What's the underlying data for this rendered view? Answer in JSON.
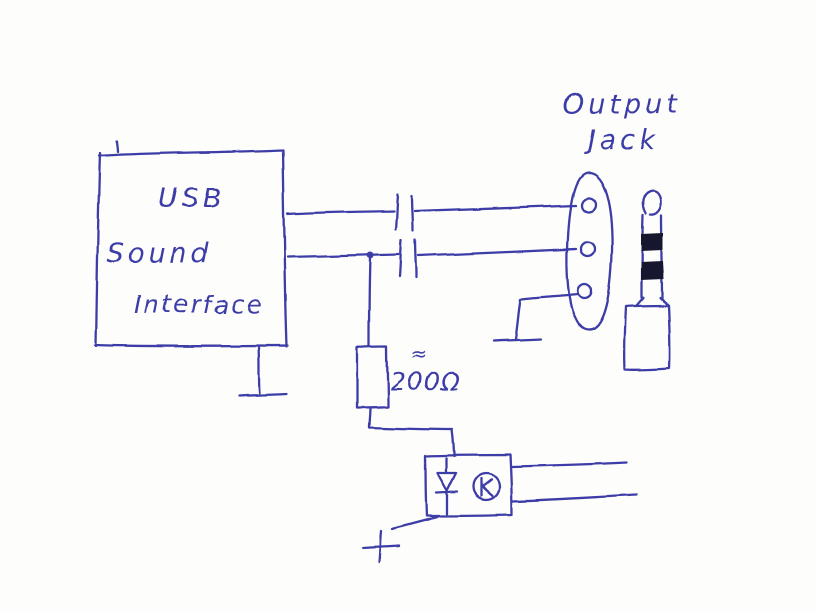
{
  "title": "Hand-drawn schematic: USB sound interface audio output",
  "ink_color": "#3e3ea8",
  "band_color": "#16162e",
  "paper_color": "#fdfdfb",
  "labels": {
    "device": {
      "line1": "USB",
      "line2": "Sound",
      "line3": "Interface"
    },
    "jack": {
      "line1": "Output",
      "line2": "Jack"
    },
    "resistor": {
      "approx": "≈",
      "value": "200Ω"
    }
  },
  "components": {
    "device_box": "USB sound interface",
    "capacitor_top": "coupling-capacitor",
    "capacitor_bottom": "coupling-capacitor",
    "output_jack": "3-contact jack",
    "plug": "TRS audio plug",
    "resistor": "resistor 200Ω",
    "optocoupler": "LED + phototransistor",
    "ground_device": "ground",
    "ground_jack": "ground",
    "positive_terminal": "+"
  }
}
